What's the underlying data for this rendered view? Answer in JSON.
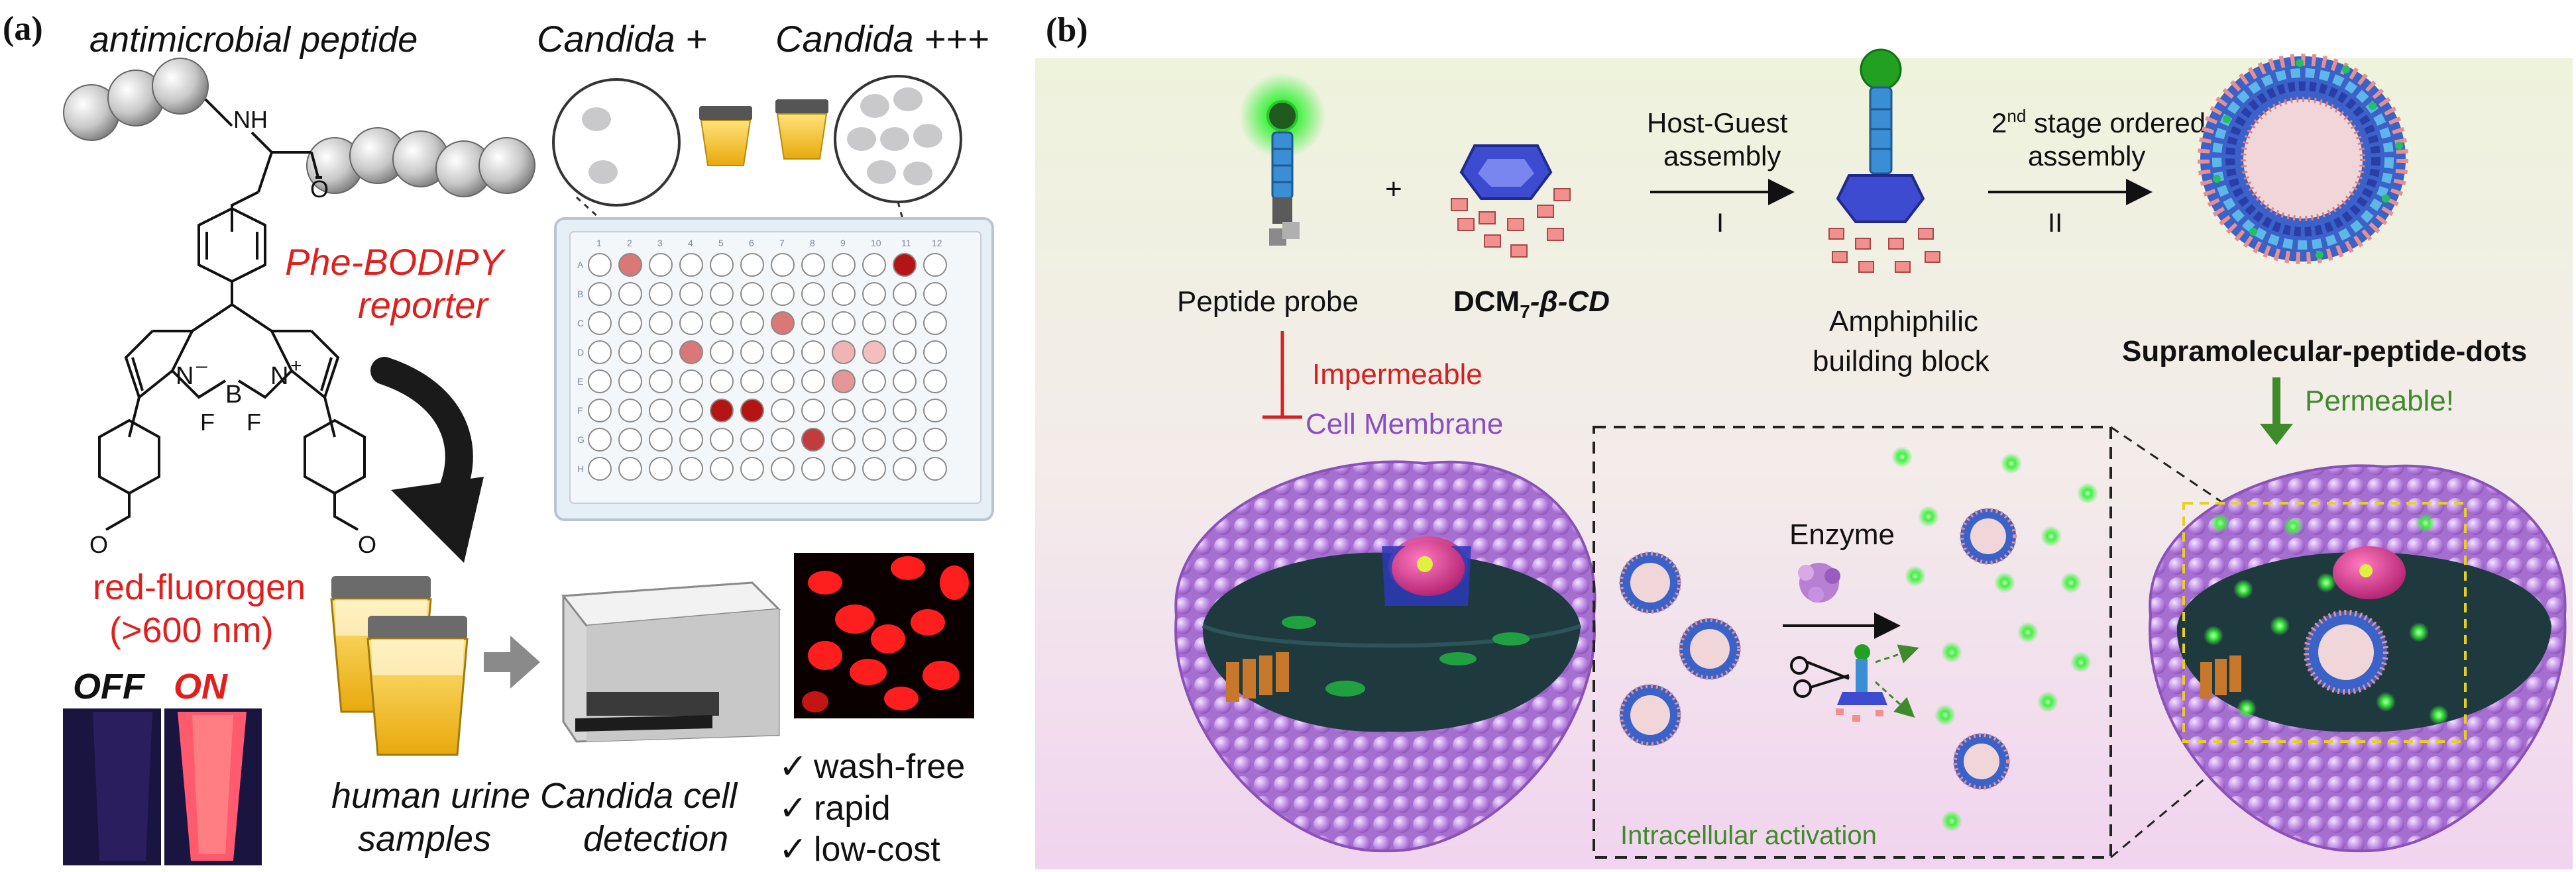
{
  "colors": {
    "red_text": "#e0201e",
    "green_text": "#3f8a2a",
    "membrane": "#b97fe0",
    "fluor_green": "#3ff23f",
    "panel_b_top": "#eef3dc",
    "panel_b_bottom": "#f1d8ee"
  },
  "panel_a": {
    "label": "(a)",
    "peptide_title": "antimicrobial peptide",
    "nh_label": "NH",
    "o_label": "O",
    "reporter_line1": "Phe-BODIPY",
    "reporter_line2": "reporter",
    "bodipy_n_left": "N",
    "bodipy_n_right": "N",
    "bodipy_b": "B",
    "bodipy_f1": "F",
    "bodipy_f2": "F",
    "bodipy_minus": "–",
    "bodipy_plus": "+",
    "o_left": "O",
    "o_right": "O",
    "fluorogen_line1": "red-fluorogen",
    "fluorogen_line2": "(>600 nm)",
    "off_label": "OFF",
    "on_label": "ON",
    "candida_low": "Candida +",
    "candida_high": "Candida +++",
    "plate_rows": [
      "A",
      "B",
      "C",
      "D",
      "E",
      "F",
      "G",
      "H"
    ],
    "plate_cols": [
      "1",
      "2",
      "3",
      "4",
      "5",
      "6",
      "7",
      "8",
      "9",
      "10",
      "11",
      "12"
    ],
    "plate_hits": [
      {
        "row": 0,
        "col": 1,
        "level": 0.5
      },
      {
        "row": 0,
        "col": 10,
        "level": 1.0
      },
      {
        "row": 2,
        "col": 6,
        "level": 0.5
      },
      {
        "row": 3,
        "col": 3,
        "level": 0.5
      },
      {
        "row": 3,
        "col": 8,
        "level": 0.2
      },
      {
        "row": 3,
        "col": 9,
        "level": 0.15
      },
      {
        "row": 4,
        "col": 8,
        "level": 0.35
      },
      {
        "row": 5,
        "col": 4,
        "level": 1.0
      },
      {
        "row": 5,
        "col": 5,
        "level": 1.0
      },
      {
        "row": 6,
        "col": 7,
        "level": 0.8
      }
    ],
    "urine_caption_1": "human urine",
    "urine_caption_2": "samples",
    "detection_caption_1": "Candida cell",
    "detection_caption_2": "detection",
    "benefits": [
      "wash-free",
      "rapid",
      "low-cost"
    ],
    "check_glyph": "✓"
  },
  "panel_b": {
    "label": "(b)",
    "peptide_probe": "Peptide probe",
    "plus": "+",
    "dcm_main": "DCM",
    "dcm_sub": "7",
    "dcm_rest": "-β-CD",
    "step1_line1": "Host-Guest",
    "step1_line2": "assembly",
    "step1_roman": "I",
    "step2_sup": "nd",
    "step2_line1_pre": "2",
    "step2_line1_post": " stage ordered",
    "step2_line2": "assembly",
    "step2_roman": "II",
    "amphiphilic_1": "Amphiphilic",
    "amphiphilic_2": "building block",
    "supra": "Supramolecular-peptide-dots",
    "impermeable": "Impermeable",
    "permeable": "Permeable!",
    "cell_membrane": "Cell Membrane",
    "enzyme": "Enzyme",
    "intracellular": "Intracellular activation"
  }
}
